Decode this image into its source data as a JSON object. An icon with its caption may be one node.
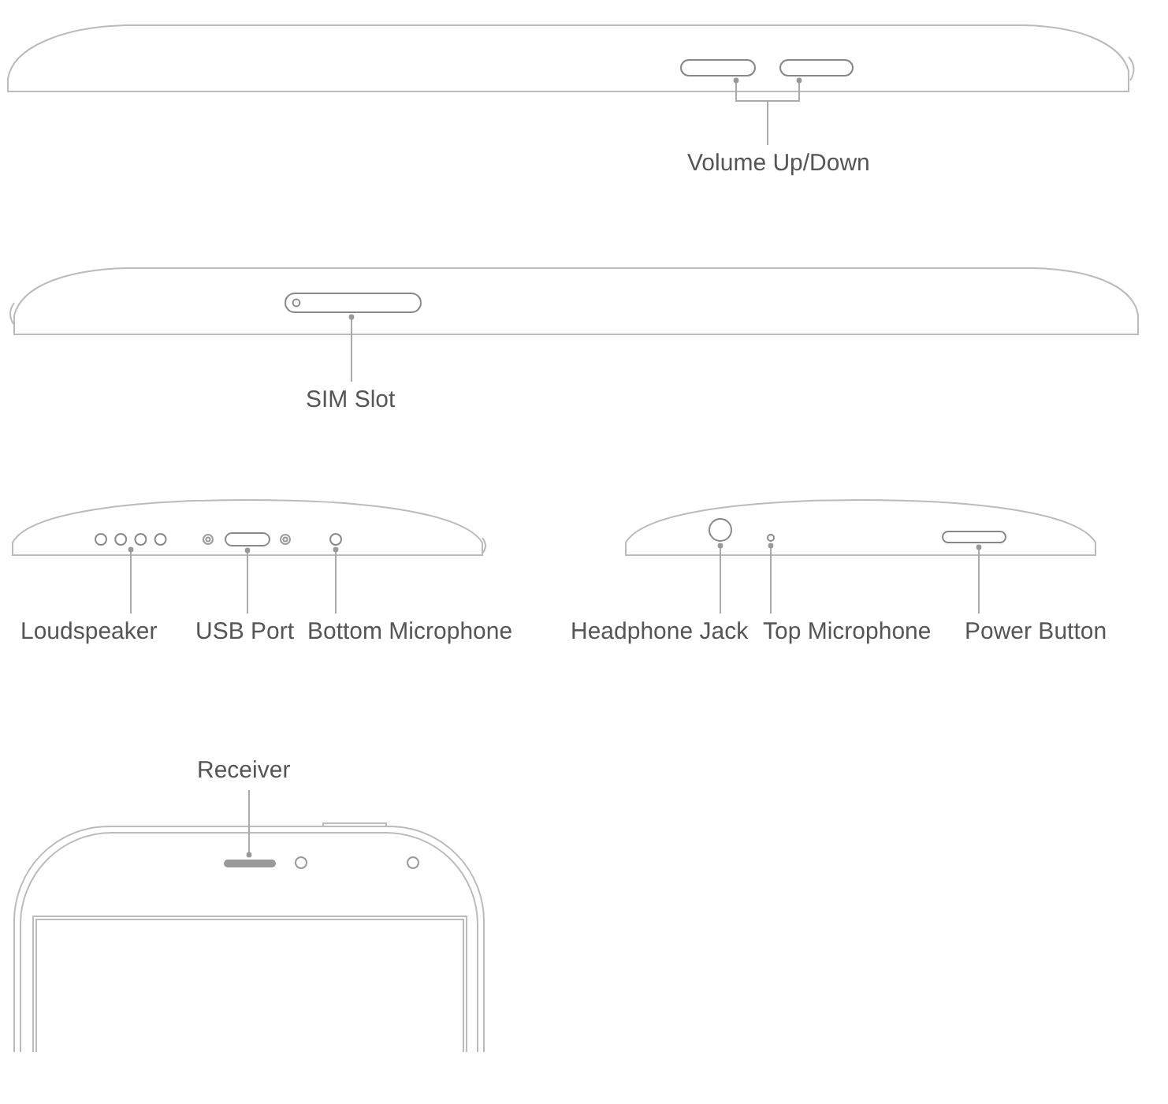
{
  "diagram": {
    "nodes": [
      {
        "text": [],
        "shape": "box"
      },
      {
        "text": [],
        "shape": "box"
      },
      {
        "text": [
          "Volume Up/Down"
        ]
      },
      {
        "text": [],
        "shape": "box"
      },
      {
        "text": [
          "SIM Slot"
        ]
      },
      {
        "text": [],
        "shape": "circle"
      },
      {
        "text": [],
        "shape": "box"
      },
      {
        "text": [],
        "shape": "circle"
      },
      {
        "text": [],
        "shape": "circle"
      },
      {
        "text": [],
        "shape": "circle"
      },
      {
        "text": [],
        "shape": "box"
      },
      {
        "text": [
          "Loudspeaker"
        ]
      },
      {
        "text": [
          "USB Port"
        ]
      },
      {
        "text": [
          "Bottom Microphone"
        ]
      },
      {
        "text": [
          "Headphone Jack"
        ]
      },
      {
        "text": [
          "Top Microphone"
        ]
      },
      {
        "text": [
          "Power Button"
        ]
      },
      {
        "text": [
          "Receiver"
        ]
      },
      {
        "text": [],
        "shape": "bar"
      }
    ],
    "edges": [
      {
        "from": 2,
        "to": 0,
        "arrow": "other"
      },
      {
        "from": 2,
        "to": 1,
        "arrow": "other"
      },
      {
        "from": 4,
        "to": 3,
        "arrow": "other"
      },
      {
        "from": 11,
        "to": 5,
        "arrow": "other"
      },
      {
        "from": 12,
        "to": 6,
        "arrow": "other"
      },
      {
        "from": 13,
        "to": 7,
        "arrow": "other"
      },
      {
        "from": 14,
        "to": 8,
        "arrow": "other"
      },
      {
        "from": 15,
        "to": 9,
        "arrow": "other"
      },
      {
        "from": 16,
        "to": 10,
        "arrow": "other"
      },
      {
        "from": 17,
        "to": 18,
        "arrow": "other"
      }
    ]
  }
}
